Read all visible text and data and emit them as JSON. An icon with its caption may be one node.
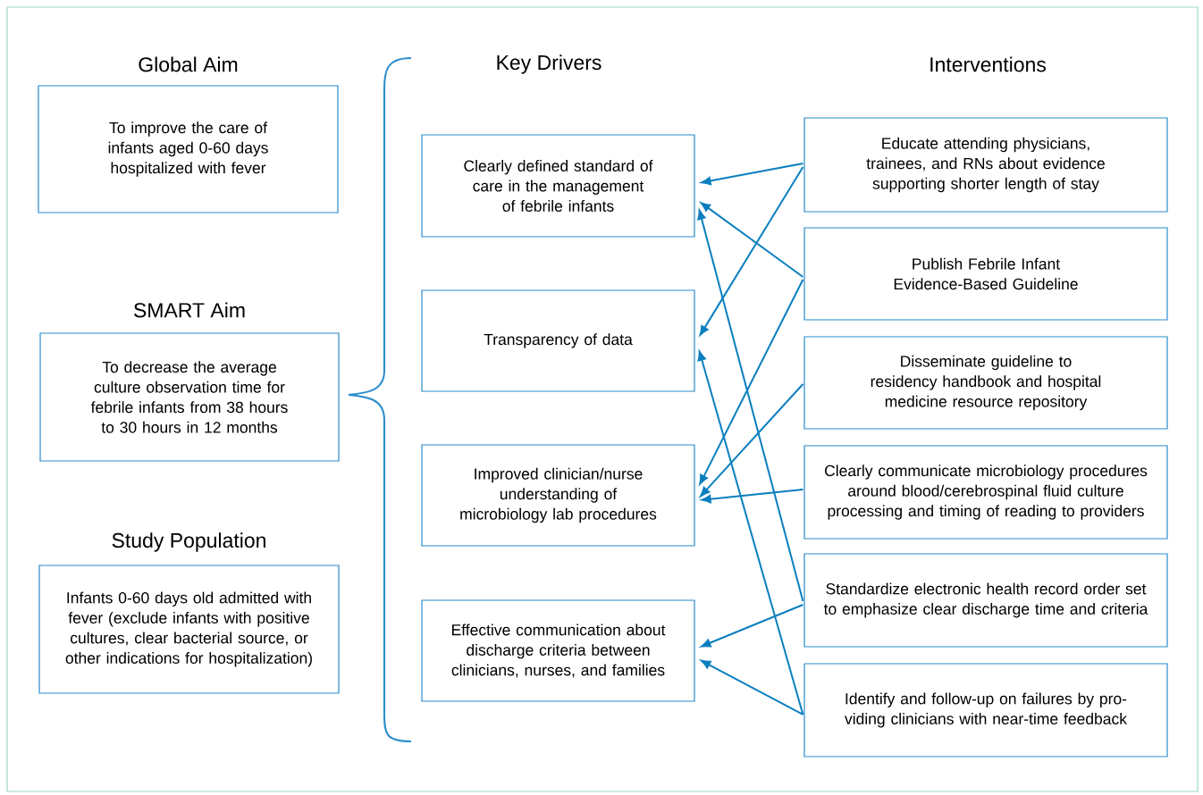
{
  "diagram": {
    "nodes": [
      {
        "text": [
          "Global Aim",
          "To improve the care of infants aged 0-60 days hospitalized with fever"
        ]
      },
      {
        "text": [
          "SMART Aim",
          "To decrease the average culture observation time for febrile infants from 38 hours to 30 hours in 12 months"
        ]
      },
      {
        "text": [
          "Study Population",
          "Infants 0-60 days old admitted with fever (exclude infants with positive cultures, clear bacterial source, or other indications for hospitalization)"
        ]
      },
      {
        "text": [
          "Clearly defined standard of care in the management of febrile infants"
        ]
      },
      {
        "text": [
          "Transparency of data"
        ]
      },
      {
        "text": [
          "Improved clinician/nurse understanding of microbiology lab procedures"
        ]
      },
      {
        "text": [
          "Effective communication about discharge criteria between clinicians, nurses, and families"
        ]
      },
      {
        "text": [
          "Educate attending physicians, trainees, and RNs about evidence supporting shorter length of stay"
        ]
      },
      {
        "text": [
          "Publish Febrile Infant Evidence-Based Guideline"
        ]
      },
      {
        "text": [
          "Disseminate guideline to residency handbook and hospital medicine resource repository"
        ]
      },
      {
        "text": [
          "Clearly communicate microbiology procedures around blood/cerebrospinal fluid culture processing and timing of reading to providers"
        ]
      },
      {
        "text": [
          "Standardize electronic health record order set to emphasize clear discharge time and criteria"
        ]
      },
      {
        "text": [
          "Identify and follow-up on failures by pro-viding clinicians with near-time feedback"
        ]
      }
    ],
    "edges": [
      {
        "from": 7,
        "to": 3,
        "arrow": "to"
      },
      {
        "from": 7,
        "to": 4,
        "arrow": "to"
      },
      {
        "from": 8,
        "to": 3,
        "arrow": "to"
      },
      {
        "from": 8,
        "to": 5,
        "arrow": "to"
      },
      {
        "from": 9,
        "to": 5,
        "arrow": "to"
      },
      {
        "from": 10,
        "to": 5,
        "arrow": "to"
      },
      {
        "from": 11,
        "to": 3,
        "arrow": "to"
      },
      {
        "from": 11,
        "to": 6,
        "arrow": "to"
      },
      {
        "from": 12,
        "to": 4,
        "arrow": "to"
      },
      {
        "from": 12,
        "to": 6,
        "arrow": "to"
      }
    ],
    "labels": [
      "Key Drivers",
      "Interventions"
    ]
  }
}
